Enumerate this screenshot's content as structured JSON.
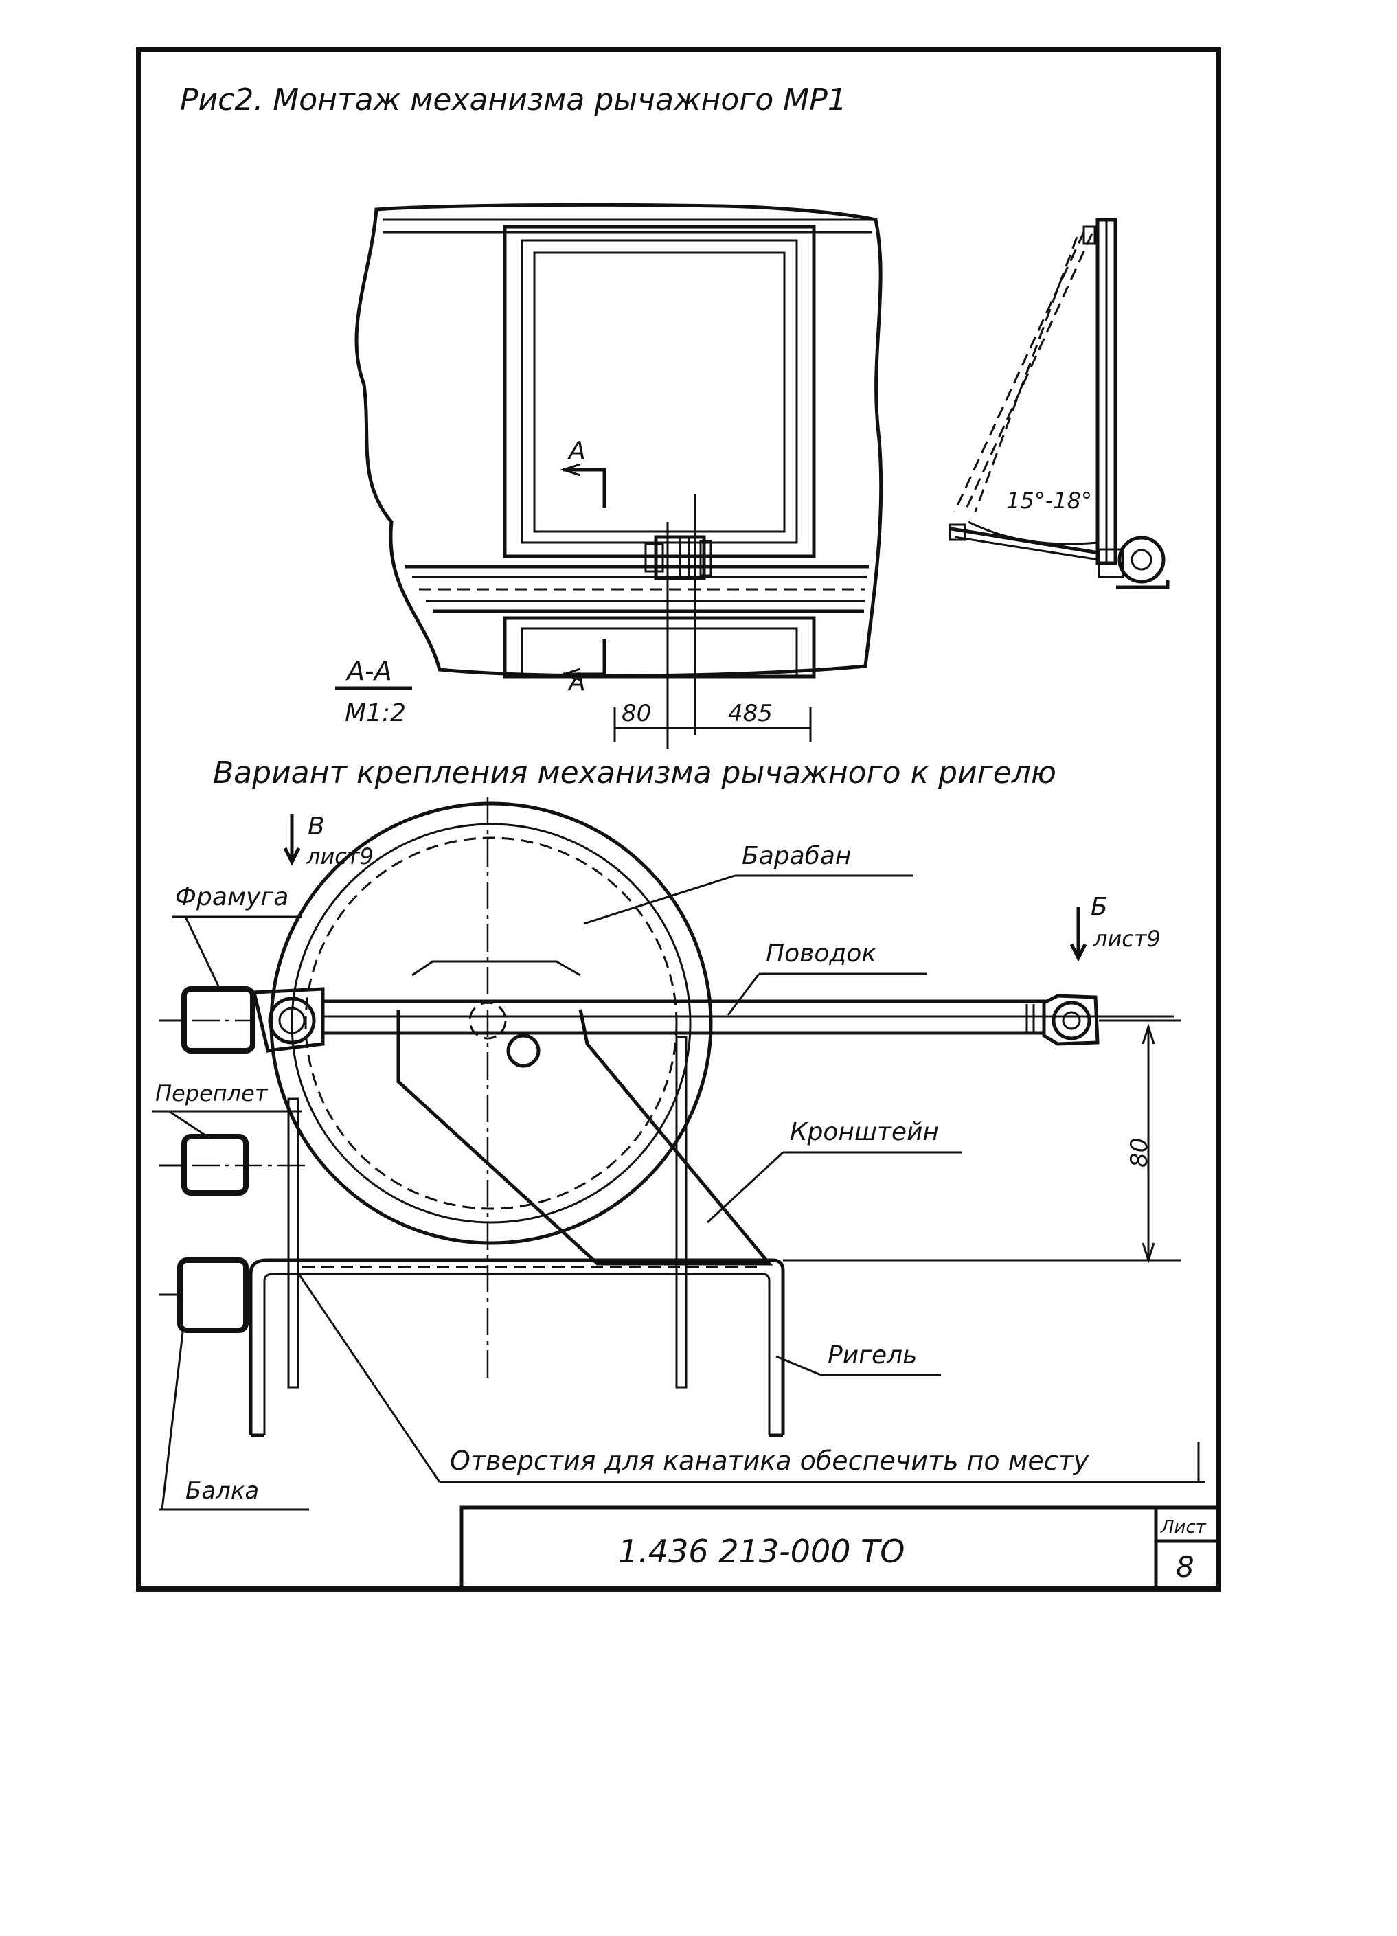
{
  "figure_title": "Рис2. Монтаж механизма рычажного МР1",
  "section_title": "Вариант крепления механизма рычажного к ригелю",
  "top_view": {
    "section_mark": "А",
    "section_label": "А-А",
    "scale": "М1:2",
    "dim_left": "80",
    "dim_right": "485"
  },
  "side_view": {
    "angle_label": "15°-18°"
  },
  "callouts": {
    "framuga": "Фрамуга",
    "pereplet": "Переплет",
    "balka": "Балка",
    "baraban": "Барабан",
    "povodok": "Поводок",
    "kronshtein": "Кронштейн",
    "rigel": "Ригель",
    "holes_note": "Отверстия для канатика обеспечить по месту"
  },
  "view_arrows": {
    "left_letter": "В",
    "left_sheet": "лист9",
    "right_letter": "Б",
    "right_sheet": "лист9"
  },
  "dimension_80": "80",
  "title_block": {
    "doc_number": "1.436   213-000 ТО",
    "sheet_label": "Лист",
    "sheet_number": "8"
  }
}
